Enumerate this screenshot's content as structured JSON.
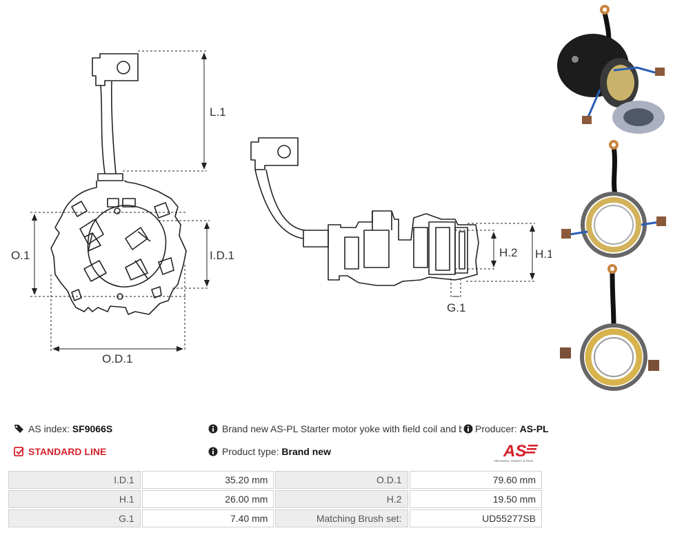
{
  "dimension_labels": {
    "l1": "L.1",
    "o1": "O.1",
    "id1": "I.D.1",
    "od1": "O.D.1",
    "h1": "H.1",
    "h2": "H.2",
    "g1": "G.1"
  },
  "info": {
    "as_index_label": "AS index:",
    "as_index_value": "SF9066S",
    "line_label": "STANDARD LINE",
    "description": "Brand new AS-PL Starter motor yoke with field coil and brush",
    "product_type_label": "Product type:",
    "product_type_value": "Brand new",
    "producer_label": "Producer:",
    "producer_value": "AS-PL"
  },
  "logo": {
    "mark": "AS",
    "tagline": "Alternators, Starters & Parts",
    "color": "#d6202a"
  },
  "specs": [
    {
      "label_a": "I.D.1",
      "value_a": "35.20 mm",
      "label_b": "O.D.1",
      "value_b": "79.60 mm"
    },
    {
      "label_a": "H.1",
      "value_a": "26.00 mm",
      "label_b": "H.2",
      "value_b": "19.50 mm"
    },
    {
      "label_a": "G.1",
      "value_a": "7.40 mm",
      "label_b": "Matching Brush set:",
      "value_b": "UD55277SB"
    }
  ],
  "icons": [
    "tags-icon",
    "check-square-icon",
    "info-circle-icon",
    "info-circle-icon",
    "info-circle-icon"
  ],
  "colors": {
    "accent_red": "#d6202a",
    "text": "#333333",
    "table_label_bg": "#ededed"
  }
}
